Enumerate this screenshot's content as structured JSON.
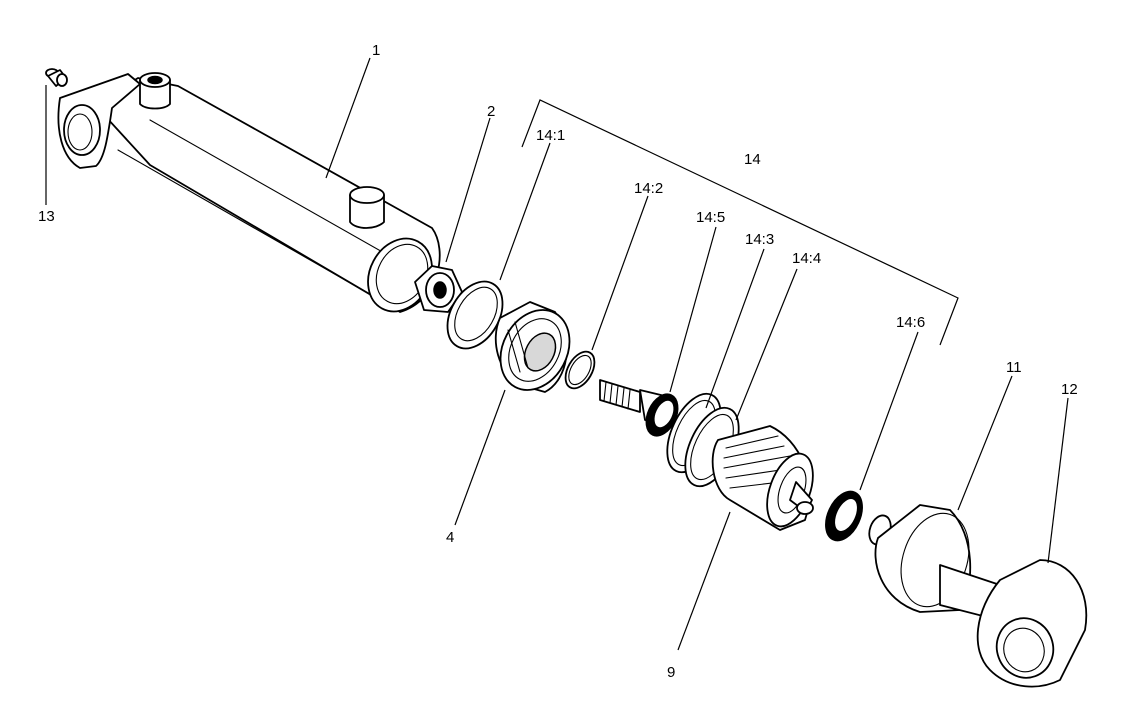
{
  "labels": {
    "cylinder_barrel": "1",
    "nut": "2",
    "cylinder_head": "4",
    "piston": "9",
    "piston_rod": "11",
    "rod_eye": "12",
    "grease_nipple": "13",
    "seal_kit": "14",
    "seal_kit_1": "14:1",
    "seal_kit_2": "14:2",
    "seal_kit_3": "14:3",
    "seal_kit_4": "14:4",
    "seal_kit_5": "14:5",
    "seal_kit_6": "14:6"
  }
}
